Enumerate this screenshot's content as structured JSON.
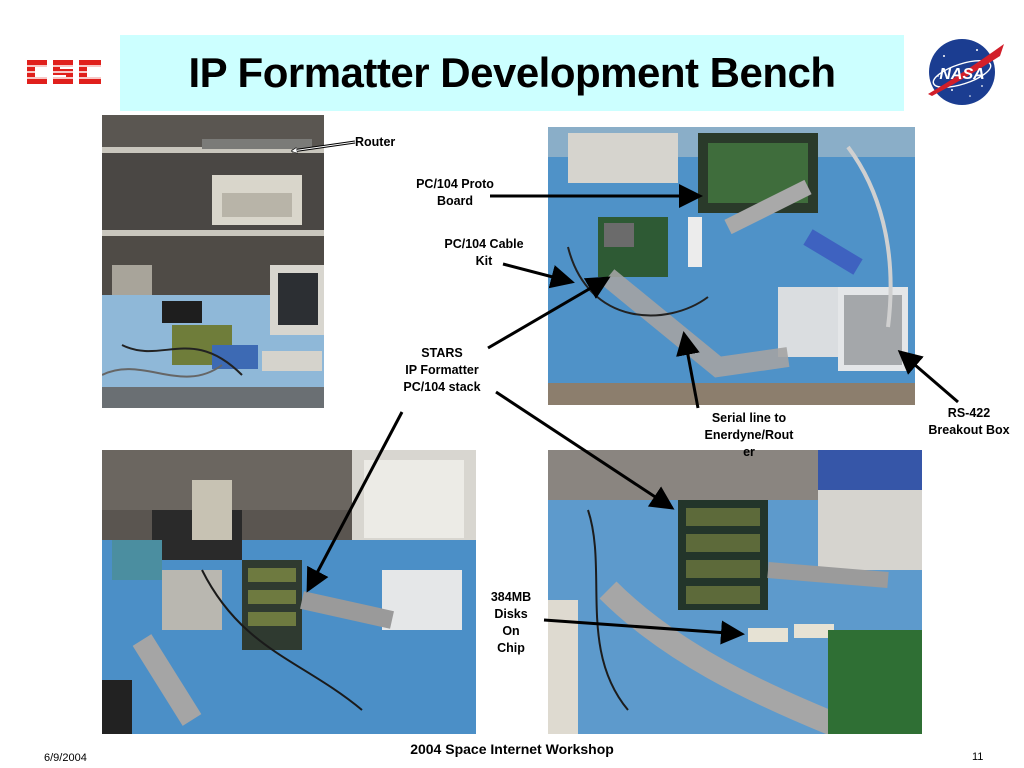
{
  "slide": {
    "title": "IP Formatter Development Bench",
    "colors": {
      "title_bg": "#ccffff",
      "csc_red": "#e0201c",
      "nasa_blue": "#1b3d91",
      "nasa_red": "#d21f2a",
      "arrow": "#000000"
    }
  },
  "logos": {
    "csc": {
      "icon": "csc-logo",
      "text": "CSC"
    },
    "nasa": {
      "icon": "nasa-meatball-logo",
      "text": "NASA"
    }
  },
  "labels": {
    "router": "Router",
    "pc104_proto_line1": "PC/104 Proto",
    "pc104_proto_line2": "Board",
    "pc104_cable_line1": "PC/104 Cable",
    "pc104_cable_line2": "Kit",
    "stars_line1": "STARS",
    "stars_line2": "IP Formatter",
    "stars_line3": "PC/104 stack",
    "serial_line1": "Serial line to",
    "serial_line2": "Enerdyne/Rout",
    "serial_line3": "er",
    "rs422_line1": "RS-422",
    "rs422_line2": "Breakout Box",
    "disks_line1": "384MB",
    "disks_line2": "Disks",
    "disks_line3": "On",
    "disks_line4": "Chip"
  },
  "footer": {
    "date": "6/9/2004",
    "workshop": "2004 Space Internet Workshop",
    "page": "11"
  }
}
